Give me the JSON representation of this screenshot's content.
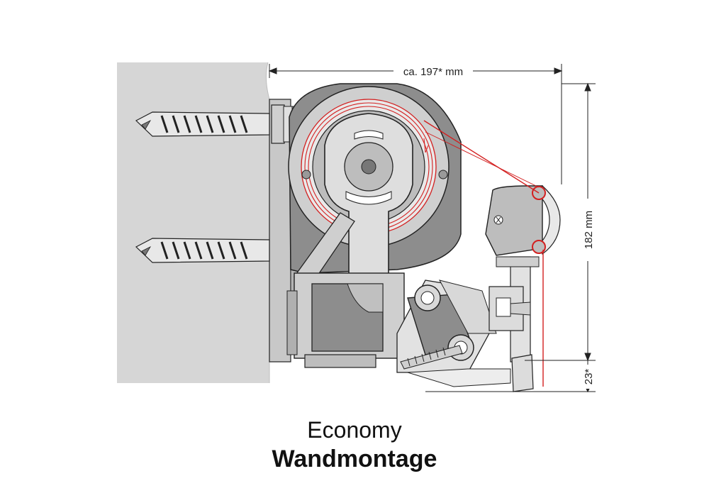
{
  "dimensions": {
    "width_label": "ca. 197* mm",
    "height_label": "182 mm",
    "offset_label": "23*"
  },
  "caption": {
    "line1": "Economy",
    "line2": "Wandmontage"
  },
  "colors": {
    "wall": "#d6d6d6",
    "metal": "#bdbdbd",
    "metal_dark": "#8d8d8d",
    "fabric_line": "#d32020",
    "outline": "#222222"
  }
}
